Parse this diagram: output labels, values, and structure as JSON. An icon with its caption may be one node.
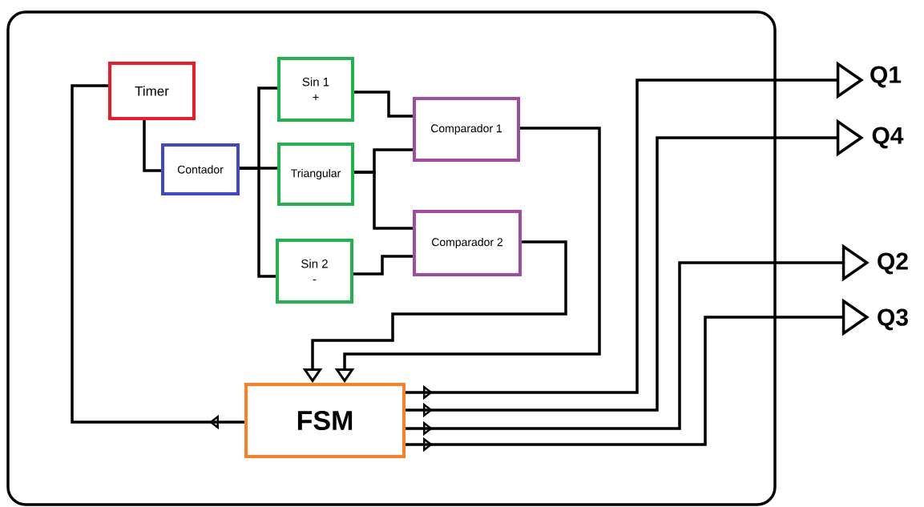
{
  "diagram": {
    "nodes": [
      {
        "text": [],
        "shape": "box"
      },
      {
        "text": [
          "Timer"
        ],
        "in": 0
      },
      {
        "text": [
          "Contador"
        ],
        "in": 0
      },
      {
        "text": [
          "Sin 1",
          "+"
        ],
        "in": 0
      },
      {
        "text": [
          "Triangular"
        ],
        "in": 0
      },
      {
        "text": [
          "Sin 2",
          "-"
        ],
        "in": 0
      },
      {
        "text": [
          "Comparador 1"
        ],
        "in": 0
      },
      {
        "text": [
          "Comparador 2"
        ],
        "in": 0
      },
      {
        "text": [
          "FSM"
        ],
        "in": 0
      },
      {
        "text": [
          "Q1"
        ]
      },
      {
        "text": [
          "Q4"
        ]
      },
      {
        "text": [
          "Q2"
        ]
      },
      {
        "text": [
          "Q3"
        ]
      }
    ],
    "edges": [
      {
        "from": 1,
        "to": 2,
        "arrow": "none"
      },
      {
        "from": 2,
        "to": 3,
        "arrow": "none"
      },
      {
        "from": 2,
        "to": 4,
        "arrow": "none"
      },
      {
        "from": 2,
        "to": 5,
        "arrow": "none"
      },
      {
        "from": 3,
        "to": 6,
        "arrow": "none"
      },
      {
        "from": 4,
        "to": 6,
        "arrow": "none"
      },
      {
        "from": 4,
        "to": 7,
        "arrow": "none"
      },
      {
        "from": 5,
        "to": 7,
        "arrow": "none"
      },
      {
        "from": 6,
        "to": 8,
        "arrow": "to"
      },
      {
        "from": 7,
        "to": 8,
        "arrow": "to"
      },
      {
        "from": 8,
        "to": 1,
        "arrow": "to"
      },
      {
        "from": 8,
        "to": 9,
        "arrow": "to"
      },
      {
        "from": 8,
        "to": 10,
        "arrow": "to"
      },
      {
        "from": 8,
        "to": 11,
        "arrow": "to"
      },
      {
        "from": 8,
        "to": 12,
        "arrow": "to"
      }
    ]
  }
}
